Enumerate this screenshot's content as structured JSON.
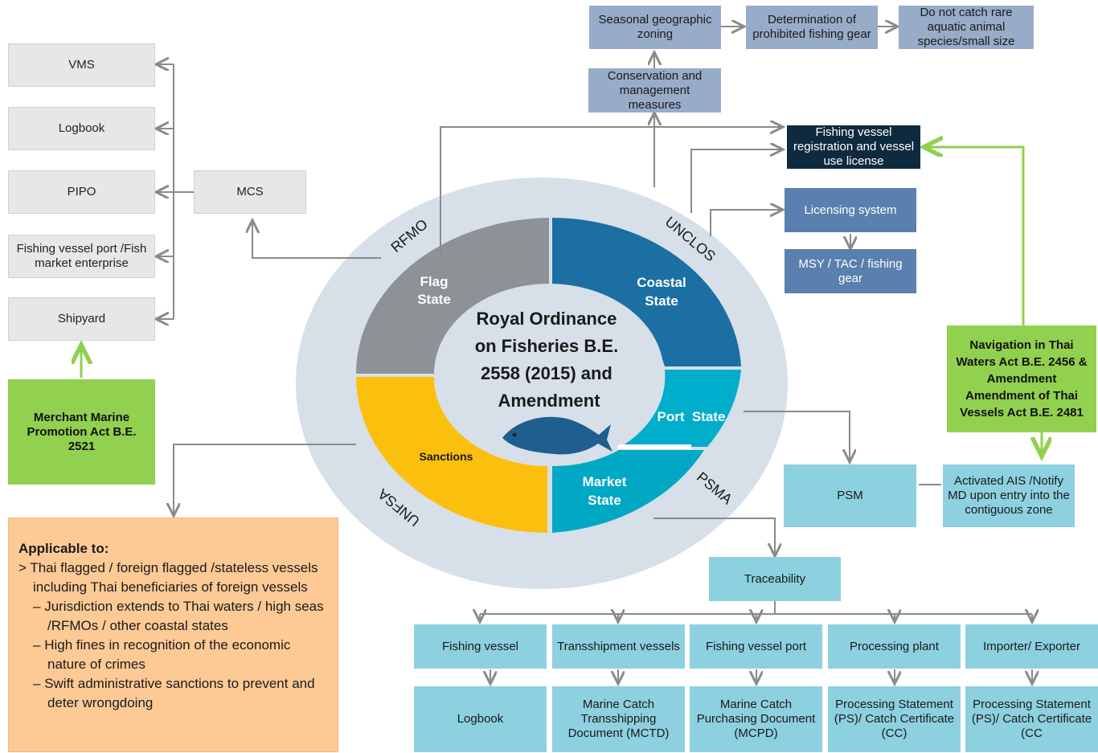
{
  "center": {
    "title_lines": [
      "Royal Ordinance",
      "on Fisheries B.E.",
      "2558 (2015) and",
      "Amendment"
    ],
    "fish_icon": "fish-icon"
  },
  "quadrants": {
    "flag": [
      "Flag",
      "State"
    ],
    "coastal": [
      "Coastal",
      "State"
    ],
    "sanctions": "Sanctions",
    "port": "Port  State",
    "market": [
      "Market",
      "State"
    ]
  },
  "ring_labels": {
    "rfmo": "RFMO",
    "unclos": "UNCLOS",
    "unfsa": "UNFSA",
    "psma": "PSMA"
  },
  "mcs": {
    "label": "MCS",
    "items": [
      "VMS",
      "Logbook",
      "PIPO",
      "Fishing vessel port /Fish market enterprise",
      "Shipyard"
    ]
  },
  "merchant_act": "Merchant Marine Promotion Act B.E. 2521",
  "conservation": {
    "label": "Conservation and management measures",
    "chain": [
      "Seasonal geographic zoning",
      "Determination of prohibited fishing gear",
      "Do not catch rare aquatic animal species/small size"
    ]
  },
  "registration": "Fishing vessel registration and vessel use license",
  "licensing": "Licensing system",
  "msy": "MSY / TAC / fishing gear",
  "navigation_act": "Navigation in Thai Waters Act B.E. 2456 & Amendment Amendment of Thai Vessels Act B.E. 2481",
  "psm": "PSM",
  "ais": "Activated AIS /Notify MD upon entry into the contiguous zone",
  "traceability": {
    "label": "Traceability",
    "stages": [
      "Fishing vessel",
      "Transshipment vessels",
      "Fishing vessel port",
      "Processing plant",
      "Importer/ Exporter"
    ],
    "documents": [
      "Logbook",
      "Marine Catch Transshipping Document (MCTD)",
      "Marine Catch Purchasing Document (MCPD)",
      "Processing Statement (PS)/ Catch Certificate (CC)",
      "Processing Statement (PS)/ Catch Certificate (CC"
    ]
  },
  "applicable": {
    "title": "Applicable to:",
    "main": "Thai flagged / foreign flagged /stateless vessels including Thai beneficiaries of foreign vessels",
    "bullets": [
      "Jurisdiction extends to Thai waters / high seas /RFMOs / other coastal states",
      "High fines in recognition of the economic nature of crimes",
      "Swift administrative sanctions to prevent and deter wrongdoing"
    ]
  },
  "colors": {
    "flag": "#8e9196",
    "coastal": "#1b6fa3",
    "sanctions": "#fbbf0e",
    "port": "#00aecb",
    "market": "#00a8c4",
    "ring": "#d7dfe8",
    "green": "#92d050"
  }
}
